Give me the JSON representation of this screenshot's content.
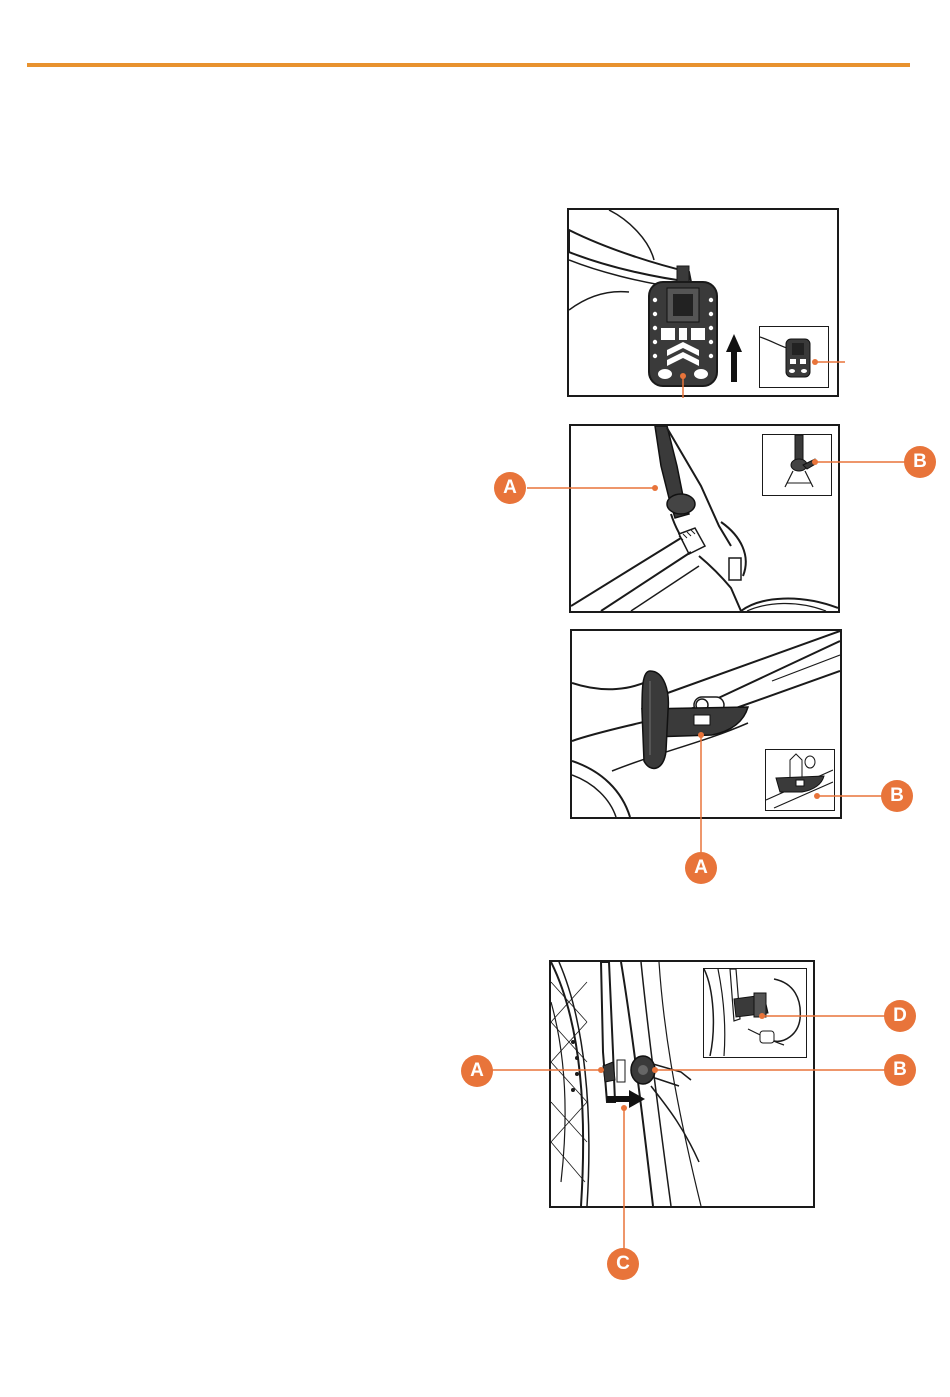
{
  "colors": {
    "accent": "#e8922e",
    "callout": "#e8743a",
    "line": "#1a1a1a",
    "part": "#3a3a3a"
  },
  "callouts": {
    "fig2": {
      "a": "A",
      "b": "B"
    },
    "fig3": {
      "a": "A",
      "b": "B"
    },
    "fig4": {
      "a": "A",
      "b": "B",
      "c": "C",
      "d": "D"
    }
  }
}
